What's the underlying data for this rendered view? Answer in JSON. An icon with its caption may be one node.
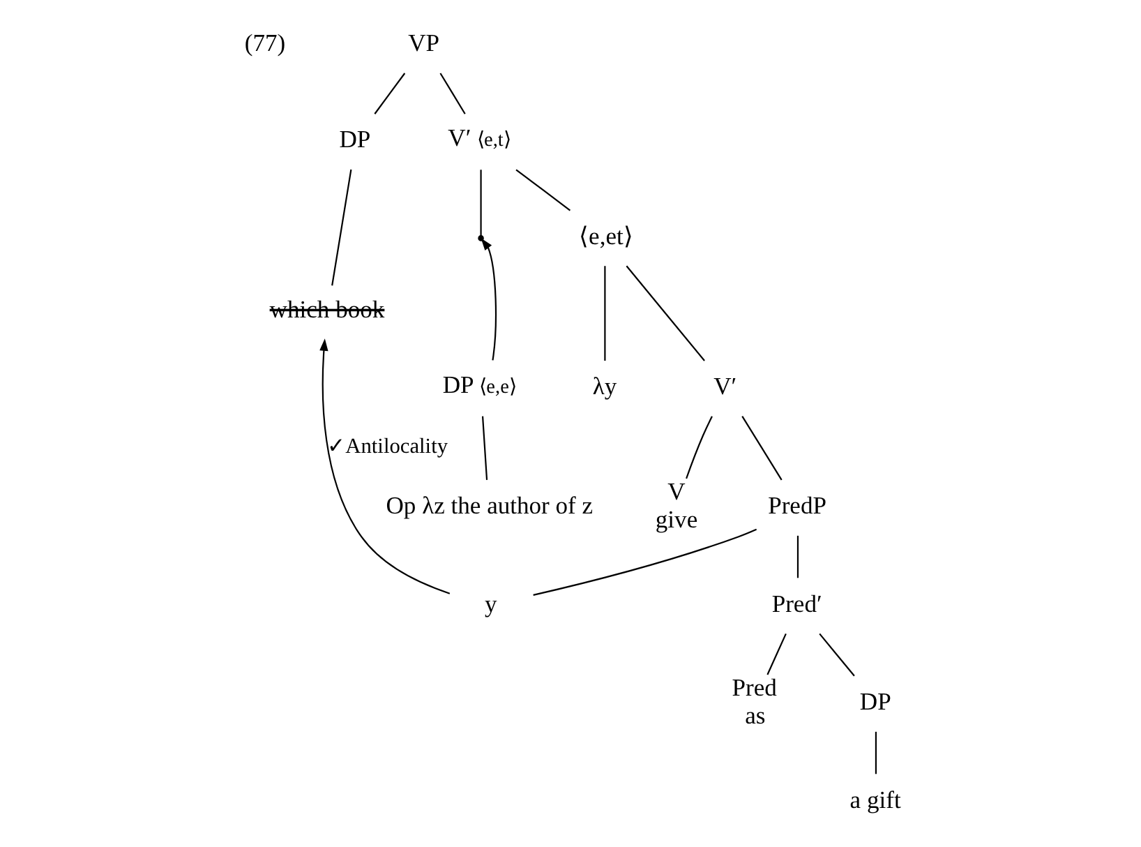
{
  "diagram": {
    "nodes": [
      {
        "text": [
          "VP"
        ]
      },
      {
        "text": [
          "DP"
        ]
      },
      {
        "text": [
          "which book"
        ]
      },
      {
        "text": [
          "V′"
        ],
        "beside": [
          "⟨e,t⟩"
        ]
      },
      {
        "text": [],
        "shape": "point"
      },
      {
        "text": [
          "⟨e,et⟩"
        ]
      },
      {
        "text": [
          "DP"
        ],
        "beside": [
          "⟨e,e⟩"
        ]
      },
      {
        "text": [
          "Op λz the author of z"
        ]
      },
      {
        "text": [
          "λy"
        ]
      },
      {
        "text": [
          "V′"
        ]
      },
      {
        "text": [
          "V",
          "give"
        ]
      },
      {
        "text": [
          "PredP"
        ]
      },
      {
        "text": [
          "y"
        ]
      },
      {
        "text": [
          "Pred′"
        ]
      },
      {
        "text": [
          "Pred",
          "as"
        ]
      },
      {
        "text": [
          "DP"
        ]
      },
      {
        "text": [
          "a gift"
        ]
      }
    ],
    "edges": [
      {
        "from": 0,
        "to": 1,
        "arrow": "none"
      },
      {
        "from": 0,
        "to": 3,
        "arrow": "none"
      },
      {
        "from": 1,
        "to": 2,
        "arrow": "none"
      },
      {
        "from": 3,
        "to": 4,
        "arrow": "none"
      },
      {
        "from": 3,
        "to": 5,
        "arrow": "none"
      },
      {
        "from": 6,
        "to": 4,
        "arrow": "to"
      },
      {
        "from": 6,
        "to": 7,
        "arrow": "none"
      },
      {
        "from": 5,
        "to": 8,
        "arrow": "none"
      },
      {
        "from": 5,
        "to": 9,
        "arrow": "none"
      },
      {
        "from": 9,
        "to": 10,
        "arrow": "none"
      },
      {
        "from": 9,
        "to": 11,
        "arrow": "none"
      },
      {
        "from": 11,
        "to": 12,
        "arrow": "none"
      },
      {
        "from": 11,
        "to": 13,
        "arrow": "none"
      },
      {
        "from": 13,
        "to": 14,
        "arrow": "none"
      },
      {
        "from": 13,
        "to": 15,
        "arrow": "none"
      },
      {
        "from": 15,
        "to": 16,
        "arrow": "none"
      },
      {
        "from": 12,
        "to": 2,
        "arrow": "to",
        "label": "✓Antilocality"
      }
    ],
    "labels": [
      "(77)"
    ]
  }
}
